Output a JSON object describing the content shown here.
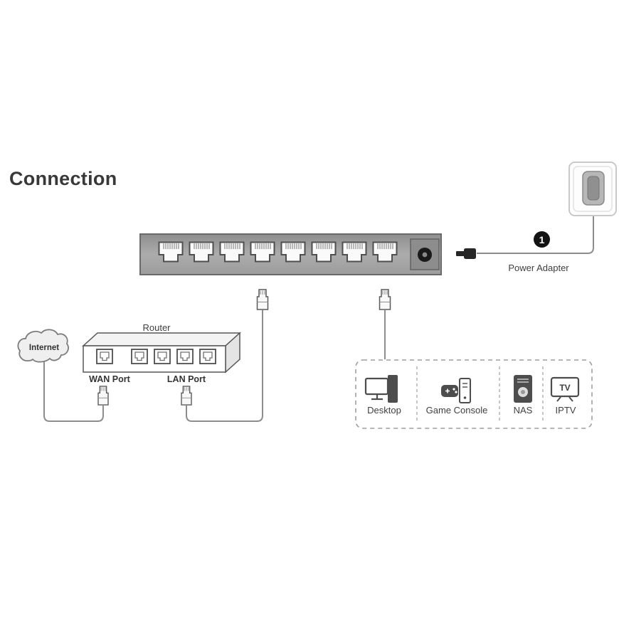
{
  "title": "Connection",
  "power": {
    "step_badge": "1",
    "label": "Power Adapter"
  },
  "switch": {
    "port_count": 8
  },
  "internet": {
    "label": "Internet"
  },
  "router": {
    "label": "Router",
    "wan_label": "WAN Port",
    "lan_label": "LAN Port"
  },
  "devices": {
    "items": [
      {
        "label": "Desktop"
      },
      {
        "label": "Game Console"
      },
      {
        "label": "NAS"
      },
      {
        "label": "IPTV",
        "screen_text": "TV"
      }
    ]
  }
}
